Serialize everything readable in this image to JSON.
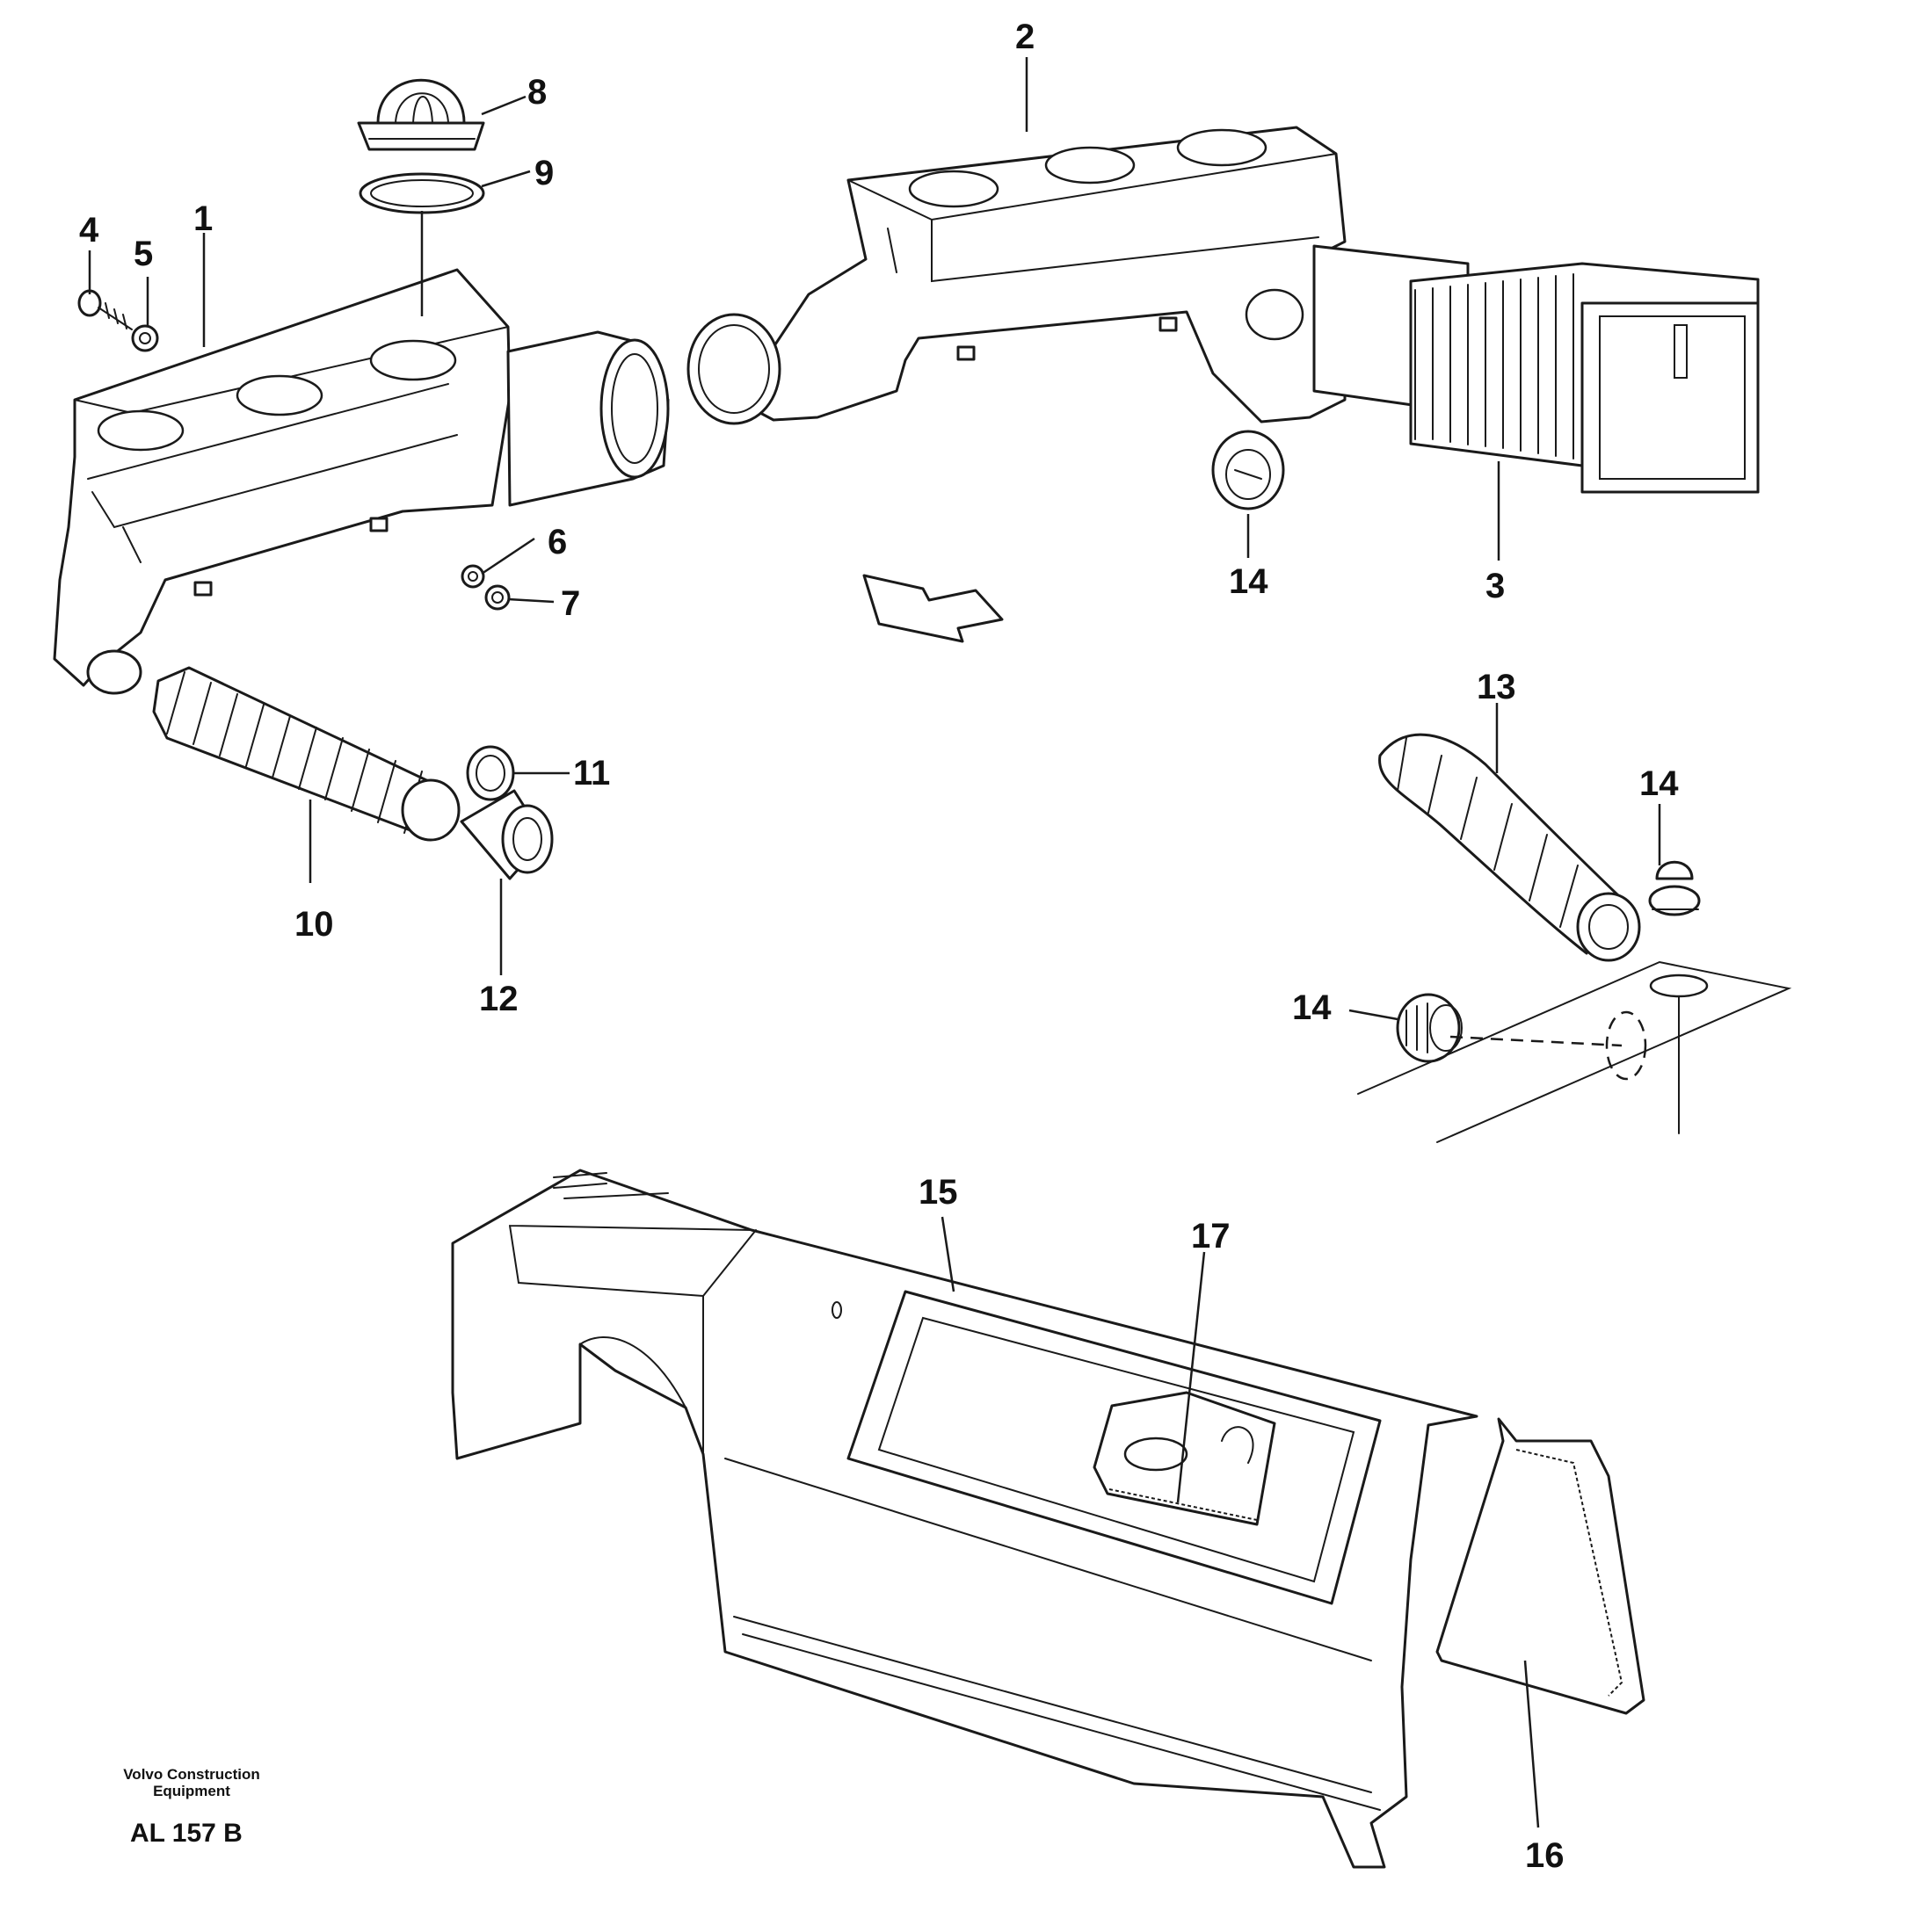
{
  "callouts": {
    "c1": "1",
    "c2": "2",
    "c3": "3",
    "c4": "4",
    "c5": "5",
    "c6": "6",
    "c7": "7",
    "c8": "8",
    "c9": "9",
    "c10": "10",
    "c11": "11",
    "c12": "12",
    "c13": "13",
    "c14a": "14",
    "c14b": "14",
    "c14c": "14",
    "c15": "15",
    "c16": "16",
    "c17": "17"
  },
  "footer": {
    "brand_line1": "Volvo Construction",
    "brand_line2": "Equipment",
    "drawing_code": "AL 157 B"
  }
}
